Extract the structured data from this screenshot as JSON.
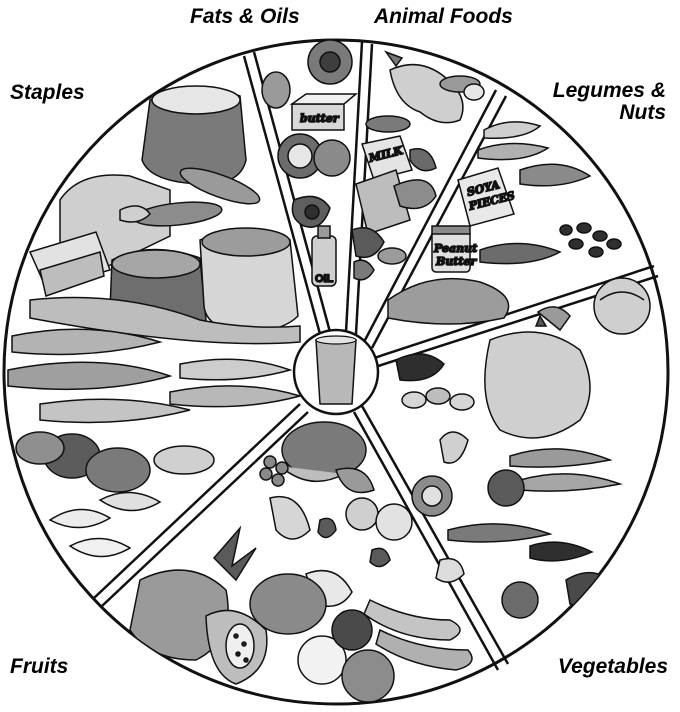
{
  "food_groups": {
    "fats_oils": "Fats & Oils",
    "animal_foods": "Animal Foods",
    "staples": "Staples",
    "legumes_line1": "Legumes &",
    "legumes_line2": "Nuts",
    "fruits": "Fruits",
    "vegetables": "Vegetables"
  },
  "package_labels": {
    "butter": "butter",
    "milk": "MILK",
    "oil": "OIL",
    "soya_line1": "SOYA",
    "soya_line2": "PIECES",
    "peanut_line1": "Peanut",
    "peanut_line2": "Butter"
  },
  "colors": {
    "outline": "#111111",
    "light_fill": "#cfcfcf",
    "mid_fill": "#9a9a9a",
    "dark_fill": "#5a5a5a",
    "drink": "#b8b8b8"
  }
}
